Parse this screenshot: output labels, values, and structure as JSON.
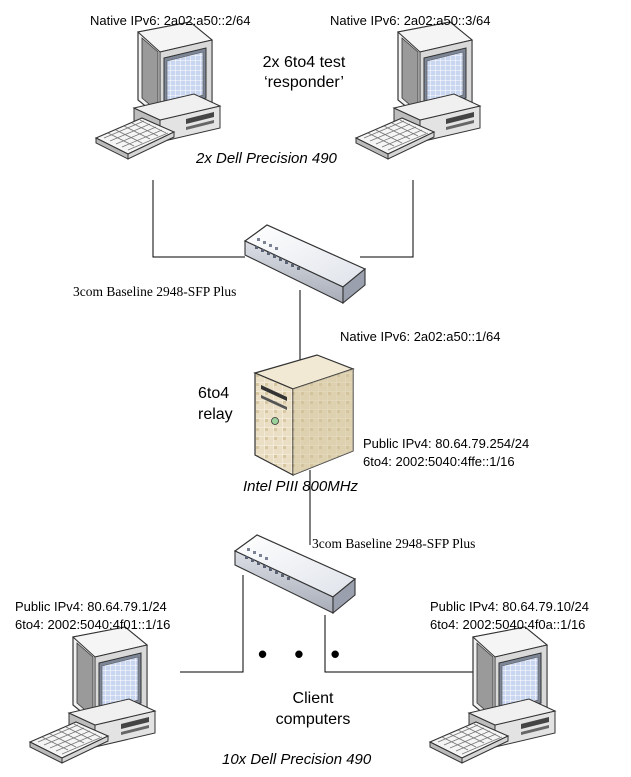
{
  "responders": {
    "left_ipv6": "Native IPv6: 2a02:a50::2/64",
    "right_ipv6": "Native IPv6: 2a02:a50::3/64",
    "role_line1": "2x 6to4 test",
    "role_line2": "‘responder’",
    "model": "2x Dell Precision 490"
  },
  "switch_top": {
    "label": "3com Baseline 2948-SFP Plus"
  },
  "relay": {
    "native_ipv6": "Native IPv6: 2a02:a50::1/64",
    "role_line1": "6to4",
    "role_line2": "relay",
    "public_ipv4": "Public IPv4: 80.64.79.254/24",
    "sixto4": "6to4: 2002:5040:4ffe::1/16",
    "model": "Intel PIII 800MHz"
  },
  "switch_bottom": {
    "label": "3com Baseline 2948-SFP Plus"
  },
  "clients": {
    "left_ipv4": "Public IPv4: 80.64.79.1/24",
    "left_6to4": "6to4: 2002:5040:4f01::1/16",
    "right_ipv4": "Public IPv4: 80.64.79.10/24",
    "right_6to4": "6to4: 2002:5040:4f0a::1/16",
    "ellipsis": "• • •",
    "role_line1": "Client",
    "role_line2": "computers",
    "model": "10x Dell Precision 490"
  },
  "icons": [
    "workstation-icon",
    "keyboard-icon",
    "network-switch-icon",
    "server-tower-icon"
  ],
  "colors": {
    "line": "#000000",
    "monitor_screen": "#c9d6f0",
    "server_body": "#e8dcc0"
  }
}
